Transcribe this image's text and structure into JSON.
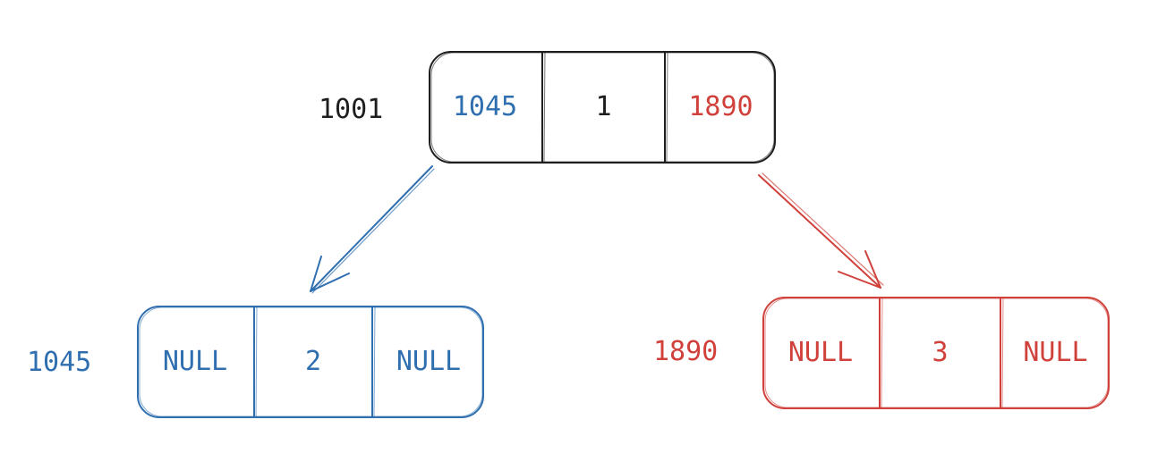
{
  "root": {
    "address": "1001",
    "left_pointer": "1045",
    "value": "1",
    "right_pointer": "1890"
  },
  "left_child": {
    "address": "1045",
    "left_pointer": "NULL",
    "value": "2",
    "right_pointer": "NULL"
  },
  "right_child": {
    "address": "1890",
    "left_pointer": "NULL",
    "value": "3",
    "right_pointer": "NULL"
  },
  "colors": {
    "ink": "#1e1e1e",
    "left_branch": "#2f6fb0",
    "right_branch": "#d0413b"
  }
}
